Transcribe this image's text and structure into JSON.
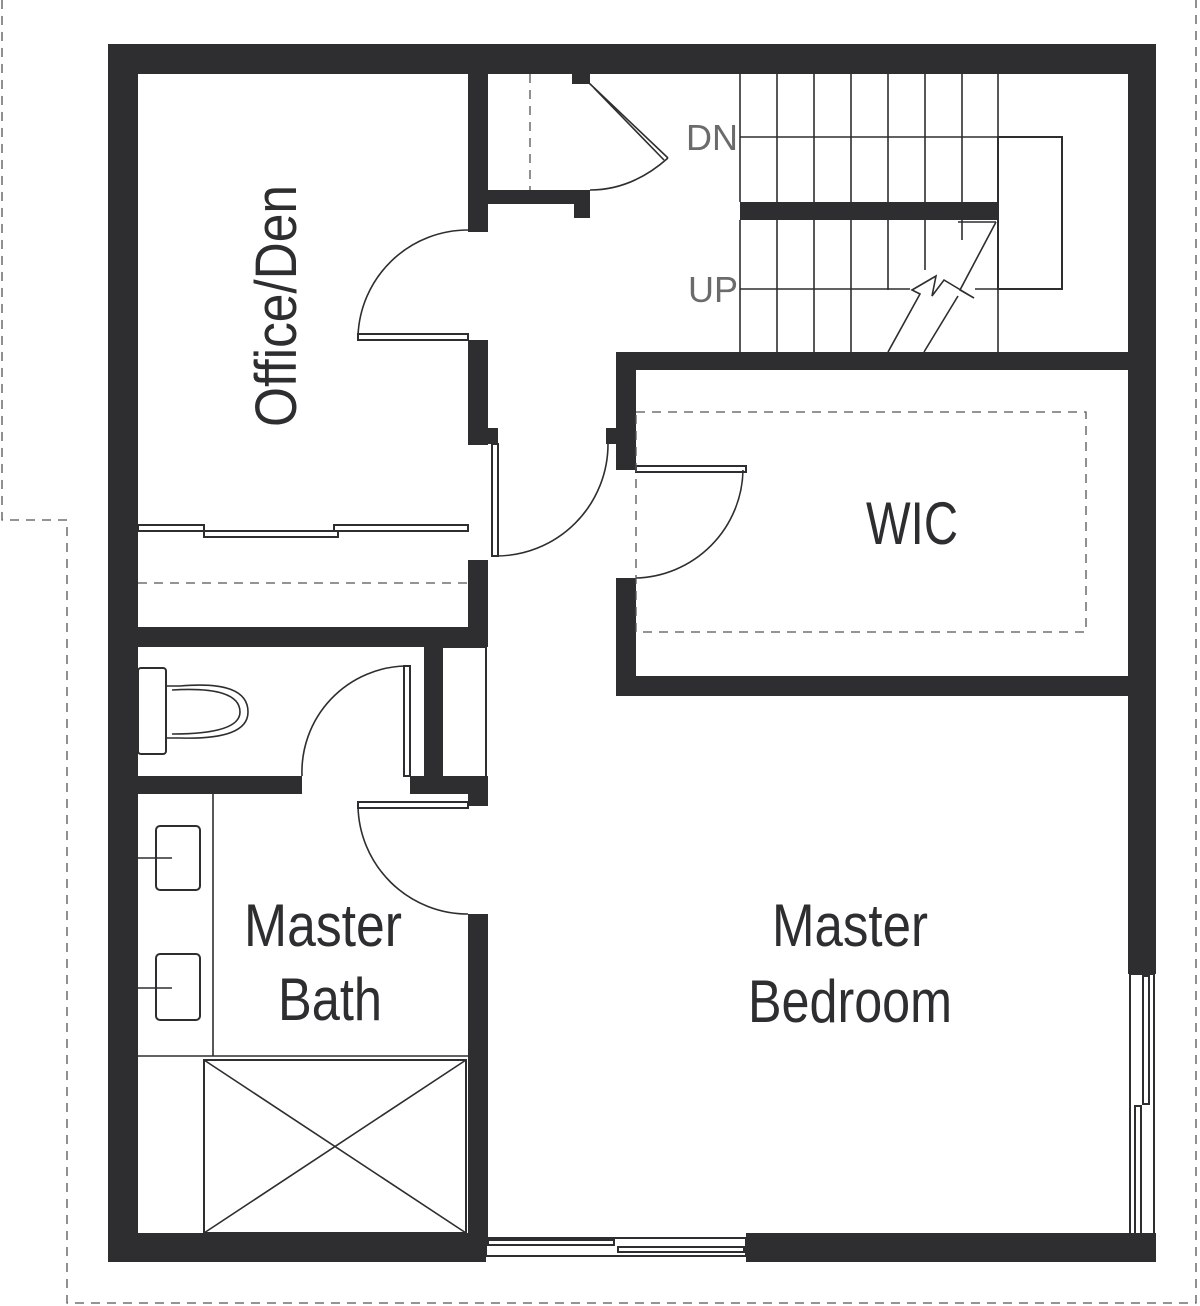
{
  "rooms": {
    "office": "Office/Den",
    "wic": "WIC",
    "bath_line1": "Master",
    "bath_line2": "Bath",
    "bedroom_line1": "Master",
    "bedroom_line2": "Bedroom"
  },
  "stairs": {
    "down": "DN",
    "up": "UP"
  }
}
